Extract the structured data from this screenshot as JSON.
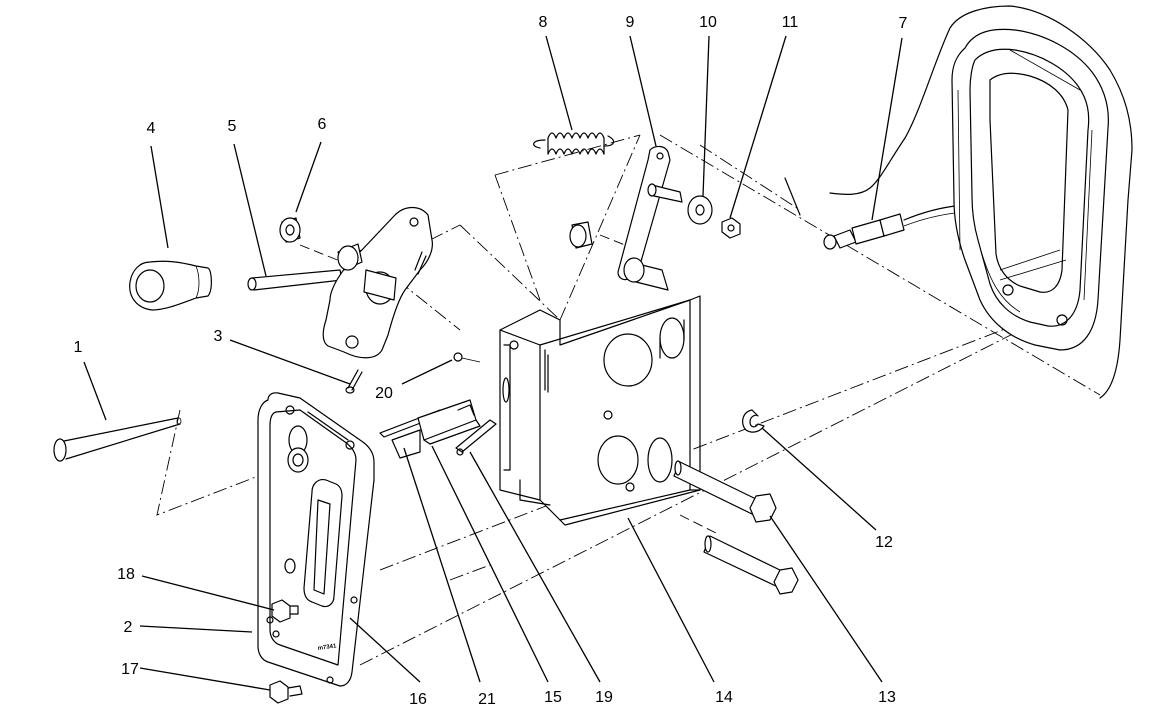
{
  "diagram": {
    "callouts": {
      "c1": "1",
      "c2": "2",
      "c3": "3",
      "c4": "4",
      "c5": "5",
      "c6": "6",
      "c7": "7",
      "c8": "8",
      "c9": "9",
      "c10": "10",
      "c11": "11",
      "c12": "12",
      "c13": "13",
      "c14": "14",
      "c15": "15",
      "c16": "16",
      "c17": "17",
      "c18": "18",
      "c19": "19",
      "c20": "20",
      "c21": "21"
    },
    "stamp": "m7341"
  }
}
